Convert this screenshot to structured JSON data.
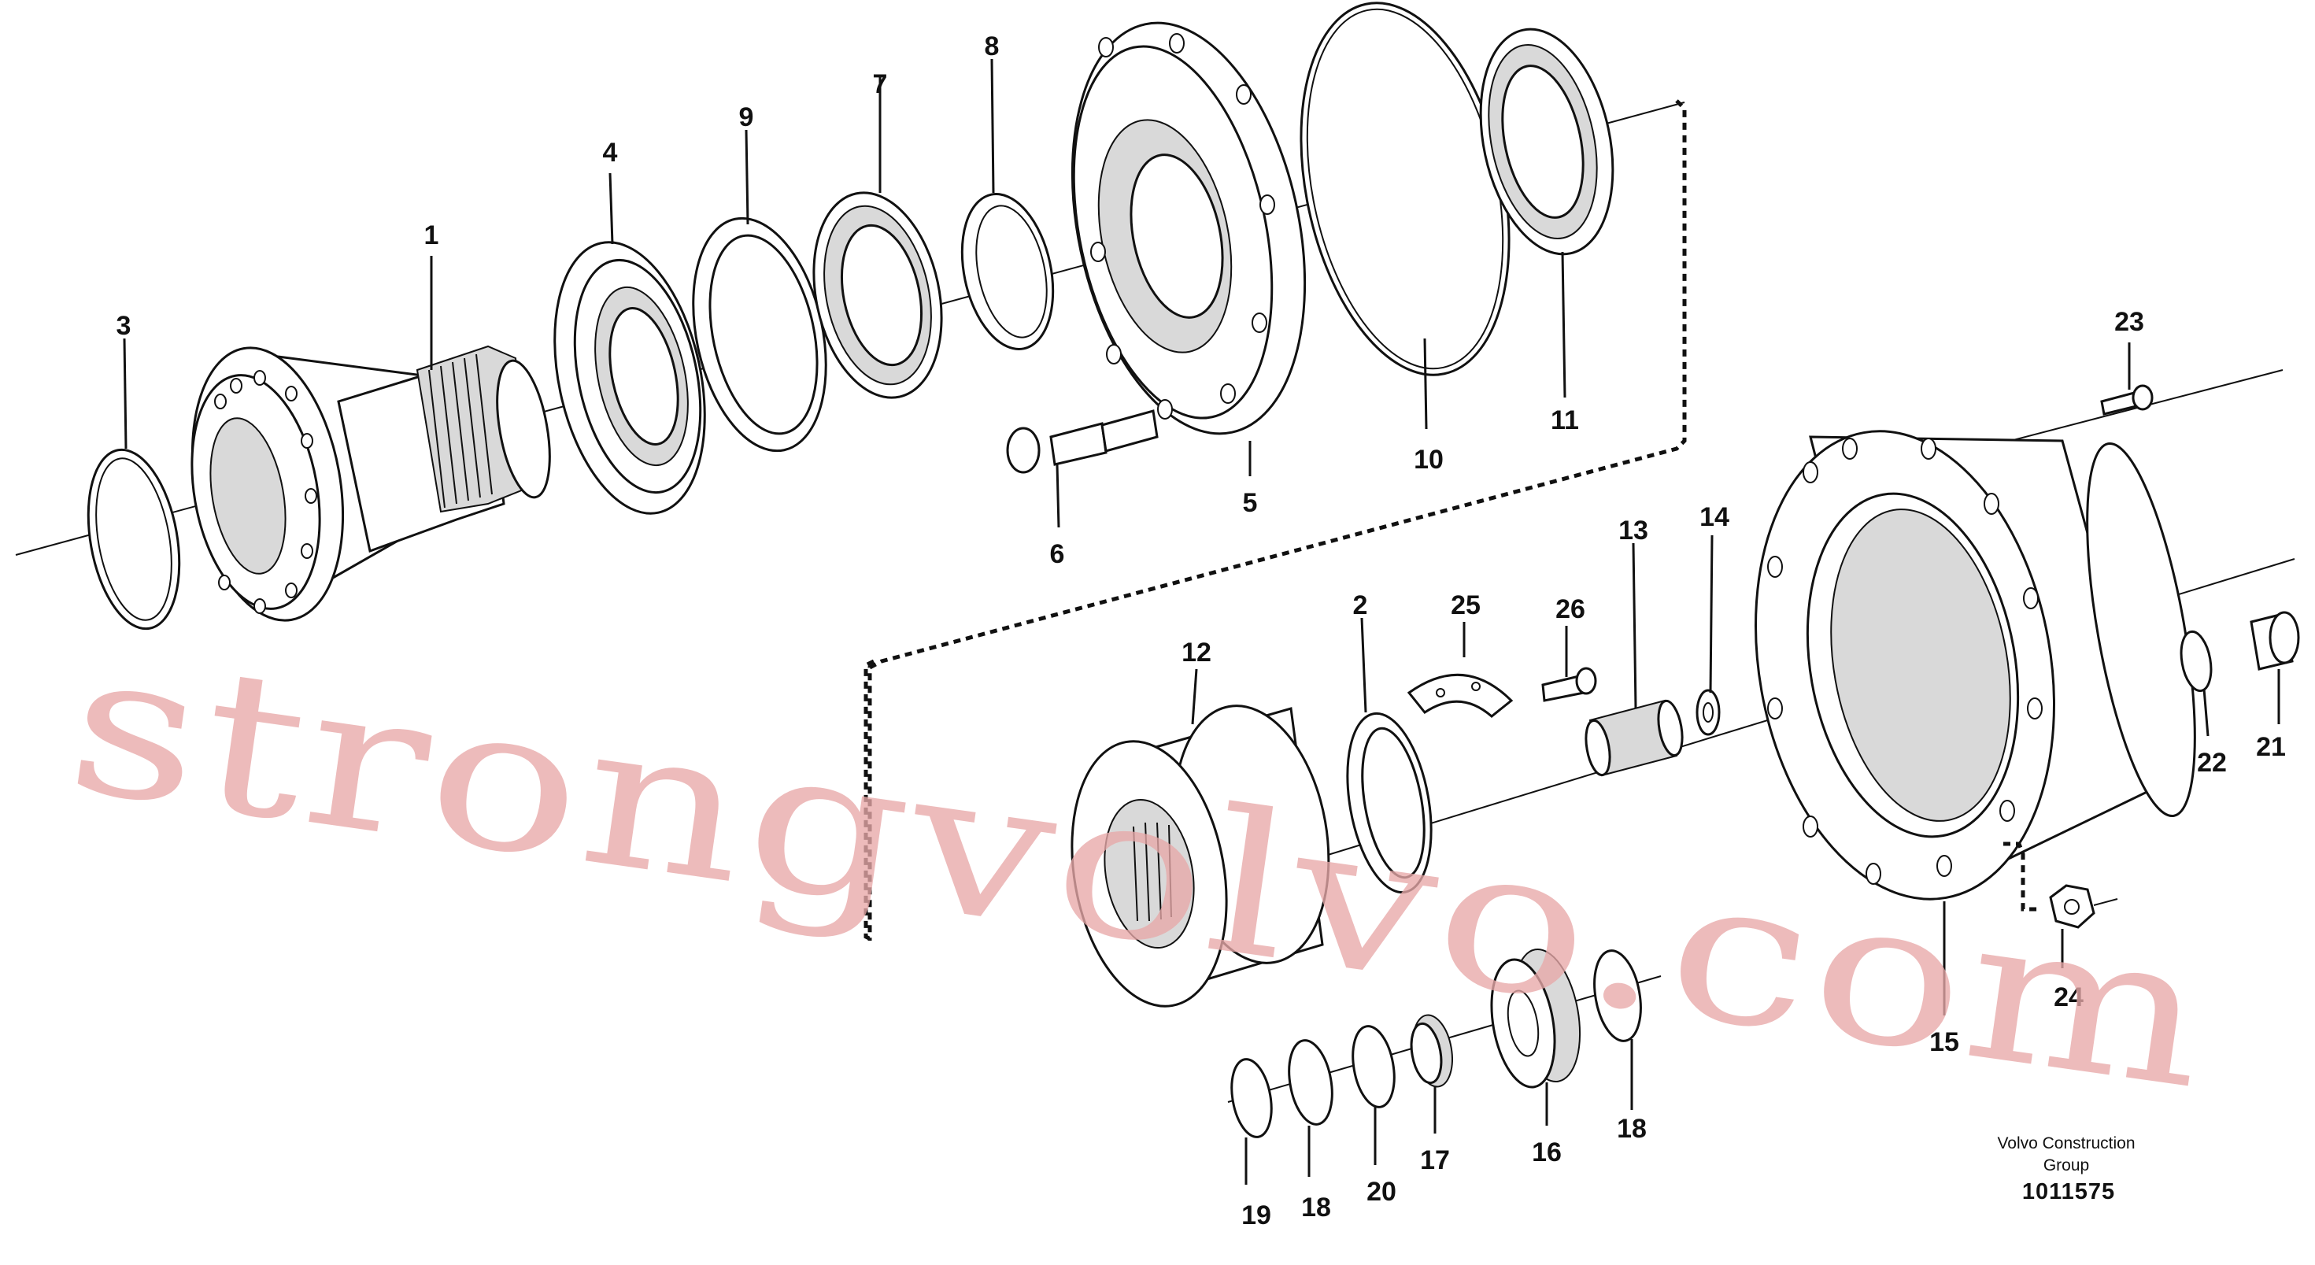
{
  "diagram": {
    "labels": [
      {
        "id": "1",
        "text": "1"
      },
      {
        "id": "2",
        "text": "2"
      },
      {
        "id": "3",
        "text": "3"
      },
      {
        "id": "4",
        "text": "4"
      },
      {
        "id": "5",
        "text": "5"
      },
      {
        "id": "6",
        "text": "6"
      },
      {
        "id": "7",
        "text": "7"
      },
      {
        "id": "8",
        "text": "8"
      },
      {
        "id": "9",
        "text": "9"
      },
      {
        "id": "10",
        "text": "10"
      },
      {
        "id": "11",
        "text": "11"
      },
      {
        "id": "12",
        "text": "12"
      },
      {
        "id": "13",
        "text": "13"
      },
      {
        "id": "14",
        "text": "14"
      },
      {
        "id": "15",
        "text": "15"
      },
      {
        "id": "16",
        "text": "16"
      },
      {
        "id": "17",
        "text": "17"
      },
      {
        "id": "18a",
        "text": "18"
      },
      {
        "id": "18b",
        "text": "18"
      },
      {
        "id": "19",
        "text": "19"
      },
      {
        "id": "20",
        "text": "20"
      },
      {
        "id": "21",
        "text": "21"
      },
      {
        "id": "22",
        "text": "22"
      },
      {
        "id": "23",
        "text": "23"
      },
      {
        "id": "24",
        "text": "24"
      },
      {
        "id": "25",
        "text": "25"
      },
      {
        "id": "26",
        "text": "26"
      }
    ]
  },
  "credit": {
    "line1": "Volvo Construction",
    "line2": "Group",
    "number": "1011575"
  },
  "watermark": "strongvolvo.com"
}
